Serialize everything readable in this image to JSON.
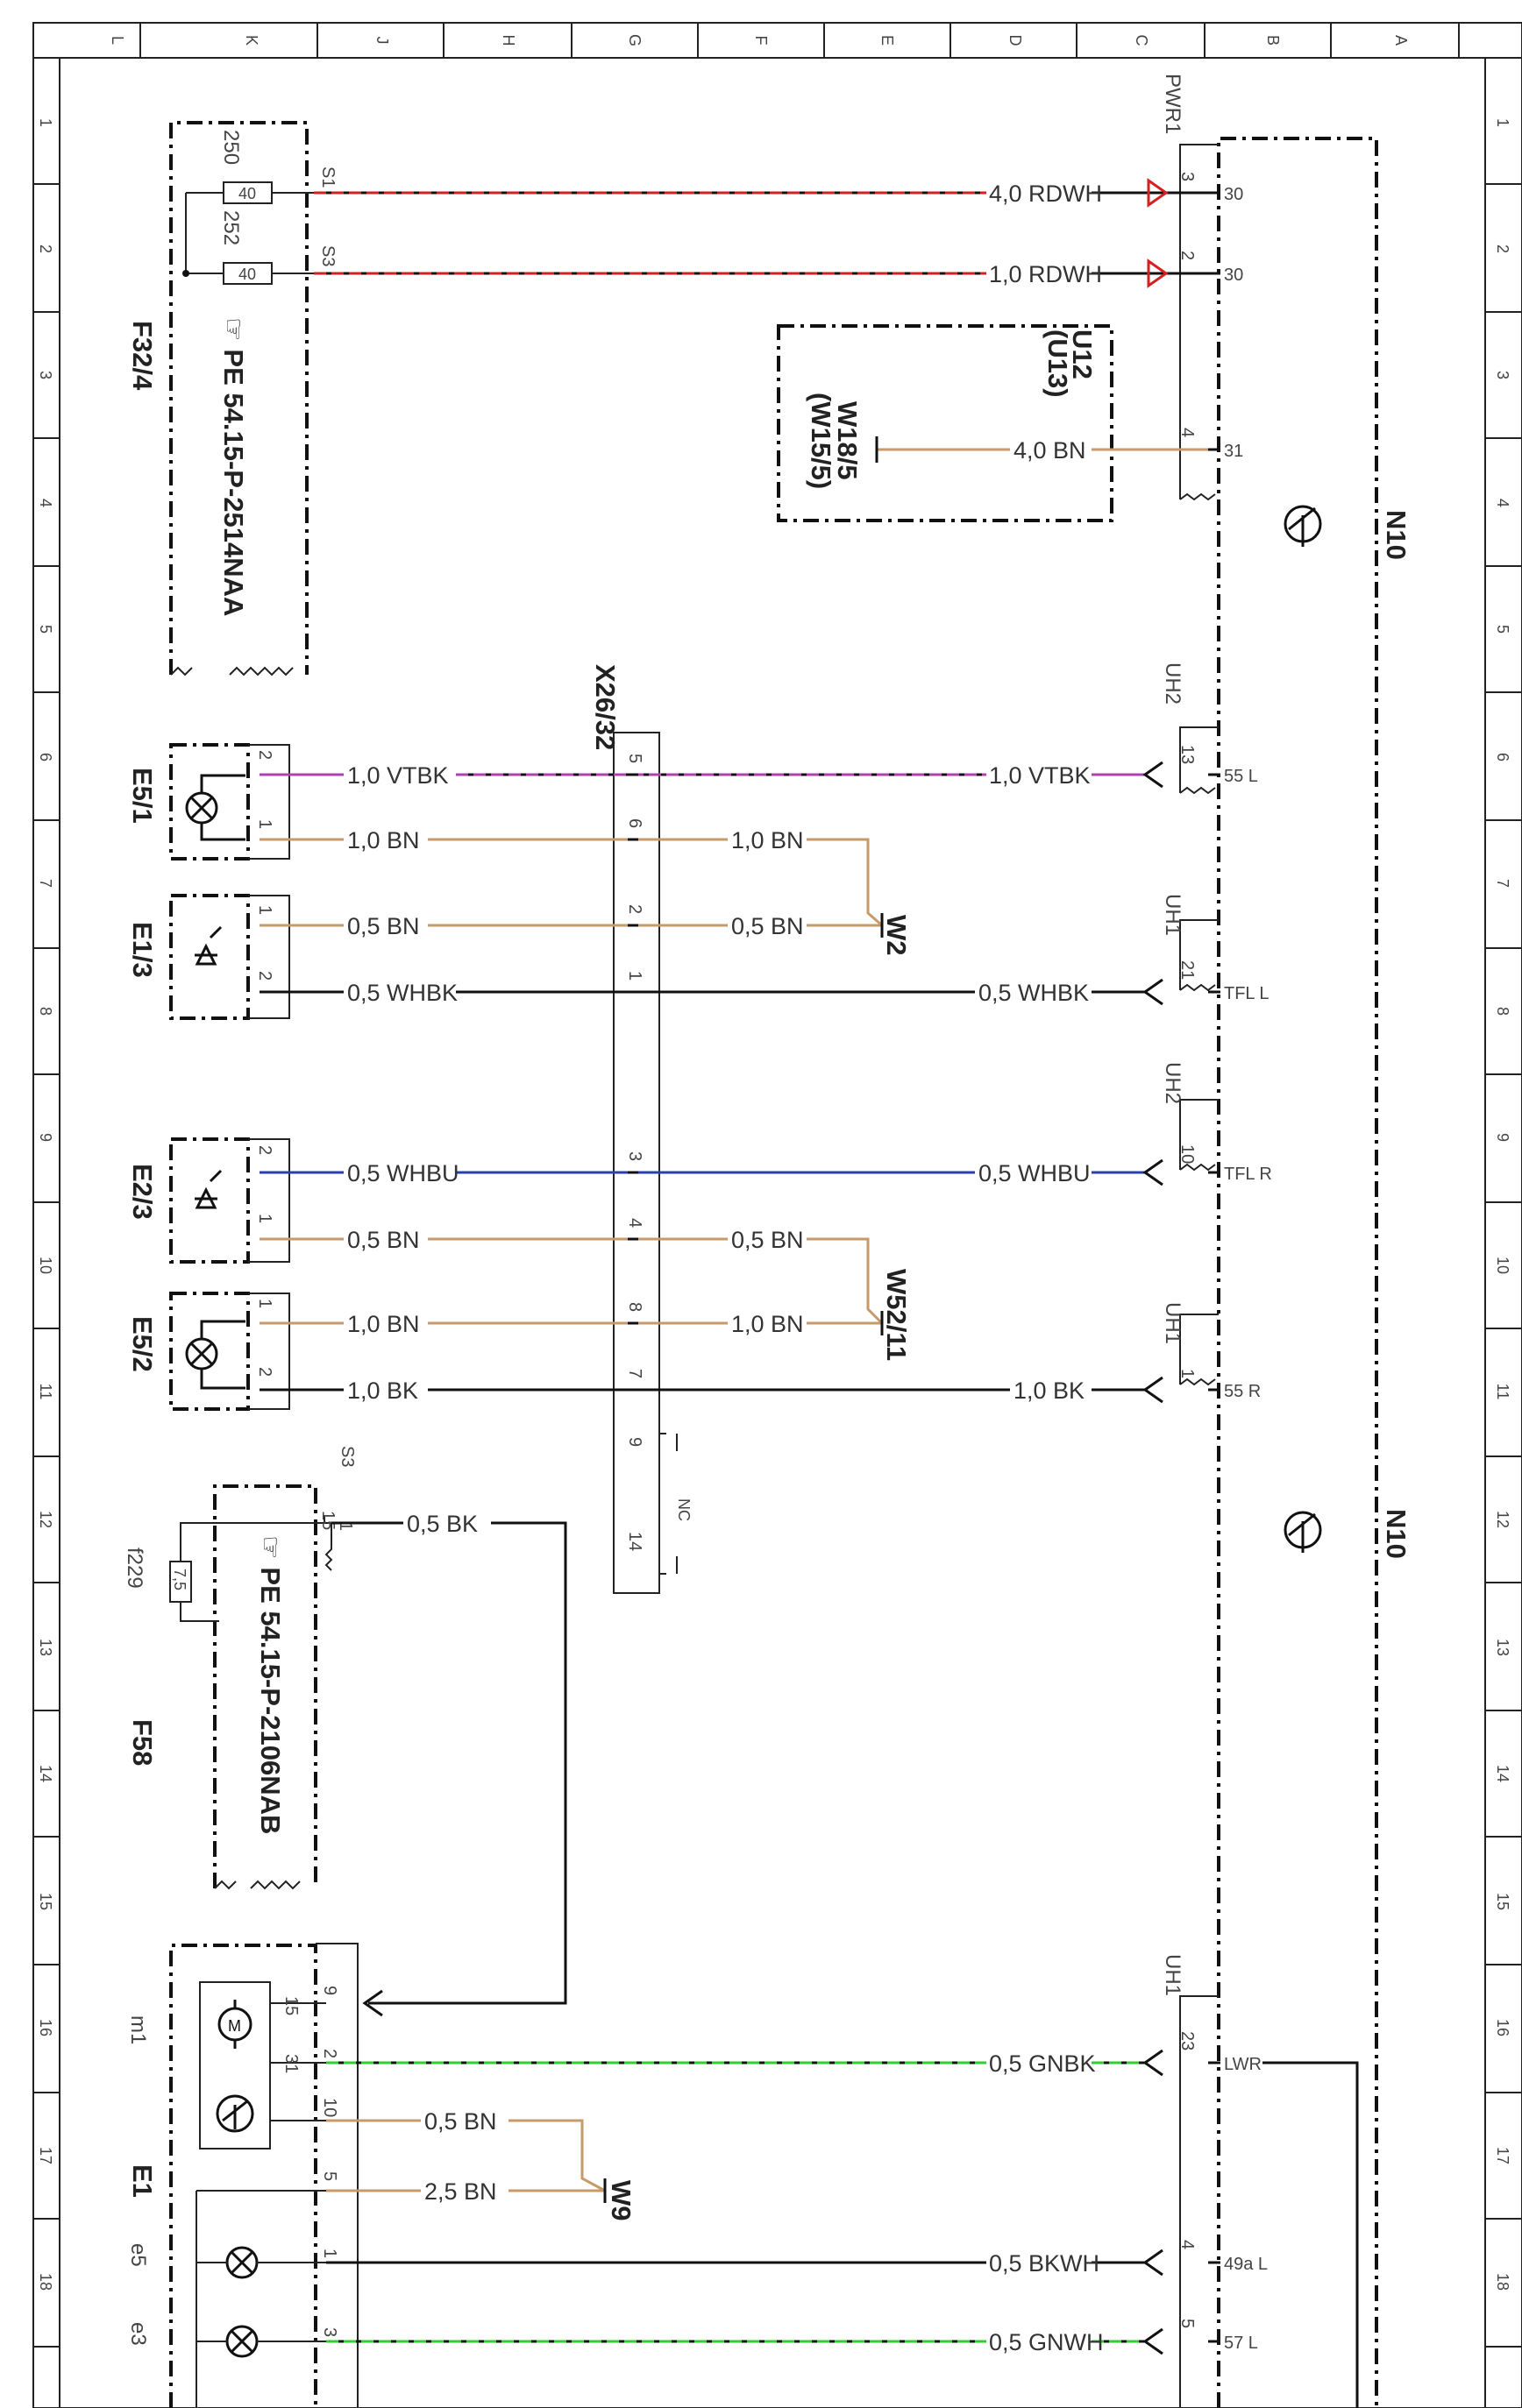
{
  "frame": {
    "columns": [
      "L",
      "K",
      "J",
      "H",
      "G",
      "F",
      "E",
      "D",
      "C",
      "B",
      "A"
    ],
    "rows": [
      "1",
      "2",
      "3",
      "4",
      "5",
      "6",
      "7",
      "8",
      "9",
      "10",
      "11",
      "12",
      "13",
      "14",
      "15",
      "16",
      "17",
      "18"
    ]
  },
  "fuse_block_1": {
    "name": "F32/4",
    "ref": "☞ PE 54.15-P-2514NAA",
    "fuses": [
      {
        "id": "250",
        "rating": "40",
        "pin": "S1"
      },
      {
        "id": "252",
        "rating": "40",
        "pin": "S3"
      }
    ]
  },
  "fuse_block_2": {
    "name": "F58",
    "ref": "☞ PE 54.15-P-2106NAB",
    "fuse_id": "f229",
    "fuse_rating": "7,5",
    "pin_top": "S3",
    "pin_a": "15",
    "pin_b": "1"
  },
  "module": {
    "name": "N10",
    "connectors": {
      "pwr1": "PWR1",
      "uh2": "UH2",
      "uh1": "UH1"
    },
    "pins": [
      {
        "num": "3",
        "sig": "30"
      },
      {
        "num": "2",
        "sig": "30"
      },
      {
        "num": "4",
        "sig": "31"
      },
      {
        "num": "13",
        "sig": "55 L"
      },
      {
        "num": "21",
        "sig": "TFL L"
      },
      {
        "num": "10",
        "sig": "TFL R"
      },
      {
        "num": "1",
        "sig": "55 R"
      },
      {
        "num": "23",
        "sig": "LWR"
      },
      {
        "num": "4",
        "sig": "49a L"
      },
      {
        "num": "5",
        "sig": "57 L"
      }
    ]
  },
  "component_u12": {
    "name": "U12",
    "alt": "(U13)",
    "ground": "W18/5",
    "ground_alt": "(W15/5)"
  },
  "connector_x26": {
    "name": "X26/32",
    "pins": [
      "5",
      "6",
      "2",
      "1",
      "3",
      "4",
      "8",
      "7",
      "9",
      "14"
    ],
    "nc": "NC"
  },
  "lamps": [
    "E5/1",
    "E1/3",
    "E2/3",
    "E5/2",
    "E1"
  ],
  "lamp_pins": [
    "2",
    "1",
    "1",
    "2",
    "2",
    "1",
    "1",
    "2"
  ],
  "grounds": [
    "W2",
    "W52/11",
    "W9"
  ],
  "headlamp": {
    "pins": [
      "9",
      "15",
      "2",
      "31",
      "10",
      "5",
      "1",
      "3"
    ],
    "subs": [
      "m1",
      "e5",
      "e3"
    ]
  },
  "wires": [
    "4,0 RDWH",
    "1,0 RDWH",
    "4,0 BN",
    "1,0 VTBK",
    "1,0 BN",
    "0,5 BN",
    "0,5 WHBK",
    "0,5 WHBU",
    "1,0 BK",
    "0,5 BK",
    "0,5 GNBK",
    "2,5 BN",
    "0,5 BKWH",
    "0,5 GNWH"
  ],
  "colors": {
    "red": "#d42020",
    "brown": "#c79a6a",
    "violet": "#b040b0",
    "blue": "#2a3fa8",
    "green": "#33cc33",
    "black": "#111111"
  }
}
